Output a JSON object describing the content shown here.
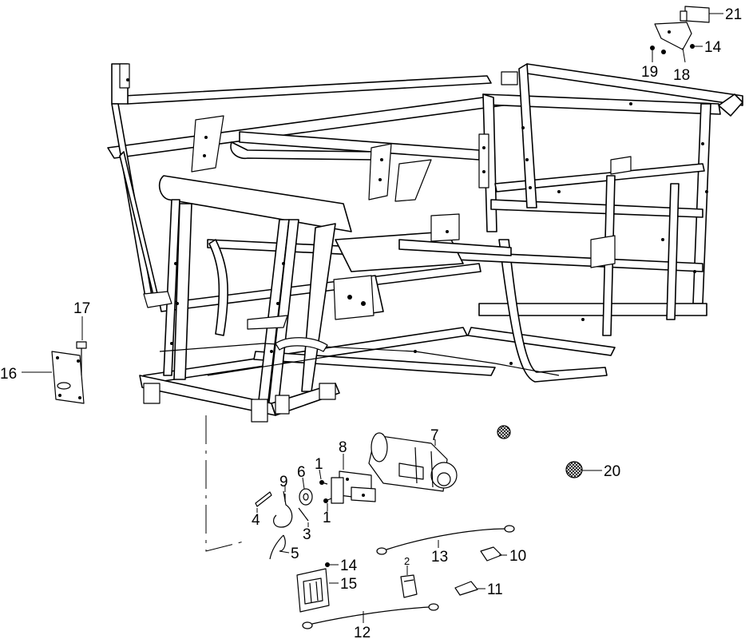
{
  "diagram": {
    "callouts": [
      {
        "id": "c1a",
        "label": "1"
      },
      {
        "id": "c1b",
        "label": "1"
      },
      {
        "id": "c2",
        "label": "2"
      },
      {
        "id": "c3",
        "label": "3"
      },
      {
        "id": "c4",
        "label": "4"
      },
      {
        "id": "c5",
        "label": "5"
      },
      {
        "id": "c6",
        "label": "6"
      },
      {
        "id": "c7",
        "label": "7"
      },
      {
        "id": "c8",
        "label": "8"
      },
      {
        "id": "c9",
        "label": "9"
      },
      {
        "id": "c10",
        "label": "10"
      },
      {
        "id": "c11",
        "label": "11"
      },
      {
        "id": "c12",
        "label": "12"
      },
      {
        "id": "c13",
        "label": "13"
      },
      {
        "id": "c14a",
        "label": "14"
      },
      {
        "id": "c14b",
        "label": "14"
      },
      {
        "id": "c15",
        "label": "15"
      },
      {
        "id": "c16",
        "label": "16"
      },
      {
        "id": "c17",
        "label": "17"
      },
      {
        "id": "c18",
        "label": "18"
      },
      {
        "id": "c19",
        "label": "19"
      },
      {
        "id": "c20",
        "label": "20"
      },
      {
        "id": "c21",
        "label": "21"
      }
    ]
  }
}
